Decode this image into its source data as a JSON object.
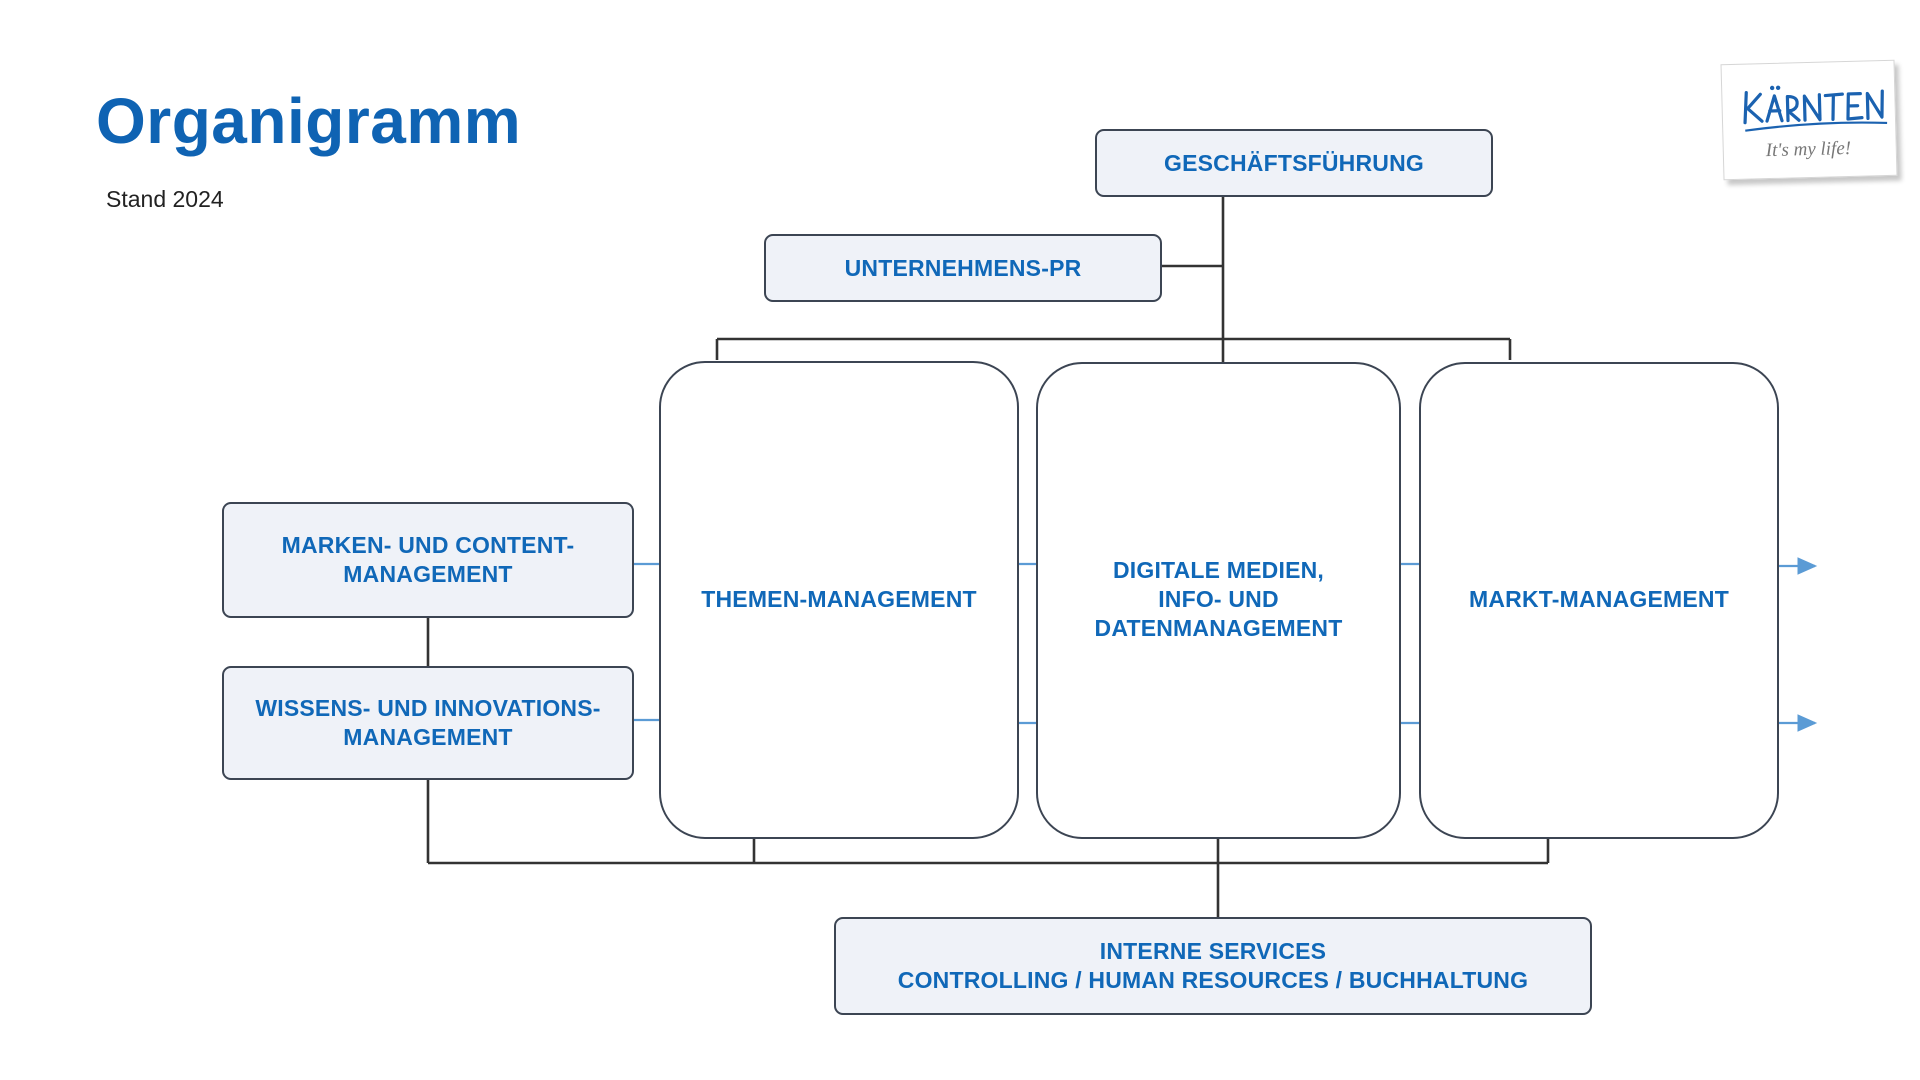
{
  "header": {
    "title": "Organigramm",
    "subtitle": "Stand 2024"
  },
  "logo": {
    "brand": "KÄRNTEN",
    "tagline": "It's my life!"
  },
  "boxes": {
    "geschaeftsfuehrung": "GESCHÄFTSFÜHRUNG",
    "unternehmens_pr": "UNTERNEHMENS-PR",
    "marken": "MARKEN- UND CONTENT-\nMANAGEMENT",
    "wissens": "WISSENS- UND INNOVATIONS-\nMANAGEMENT",
    "themen": "THEMEN-MANAGEMENT",
    "digitale": "DIGITALE MEDIEN,\nINFO- UND\nDATENMANAGEMENT",
    "markt": "MARKT-MANAGEMENT",
    "interne": "INTERNE SERVICES\nCONTROLLING / HUMAN RESOURCES / BUCHHALTUNG"
  },
  "colors": {
    "title": "#0f63b3",
    "box_text": "#1068b8",
    "box_fill": "#eff2f8",
    "box_border": "#3c4553",
    "connector": "#333333",
    "flow_arrow": "#5b9bd5"
  }
}
